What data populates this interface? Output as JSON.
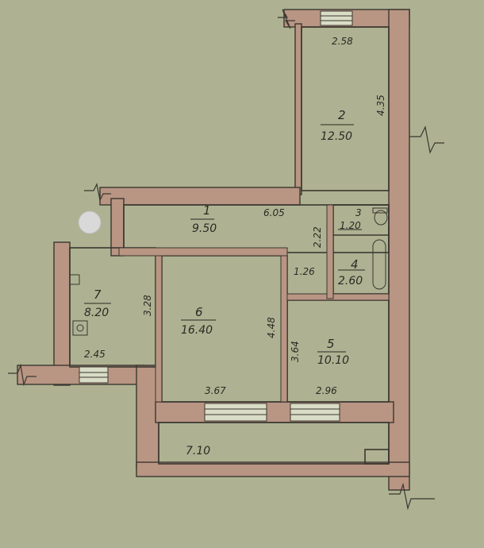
{
  "plan": {
    "rooms": [
      {
        "number": "1",
        "area": "9.50"
      },
      {
        "number": "2",
        "area": "12.50"
      },
      {
        "number": "3",
        "area": "1.20"
      },
      {
        "number": "4",
        "area": "2.60"
      },
      {
        "number": "5",
        "area": "10.10"
      },
      {
        "number": "6",
        "area": "16.40"
      },
      {
        "number": "7",
        "area": "8.20"
      }
    ],
    "dimensions": {
      "d258": "2.58",
      "d435": "4.35",
      "d605": "6.05",
      "d222": "2.22",
      "d126": "1.26",
      "d328": "3.28",
      "d245": "2.45",
      "d448": "4.48",
      "d364": "3.64",
      "d367": "3.67",
      "d296": "2.96",
      "d710": "7.10"
    },
    "colors": {
      "paper": "#a9ad8c",
      "wall_fill": "#b99583",
      "line": "#3a3730"
    }
  }
}
